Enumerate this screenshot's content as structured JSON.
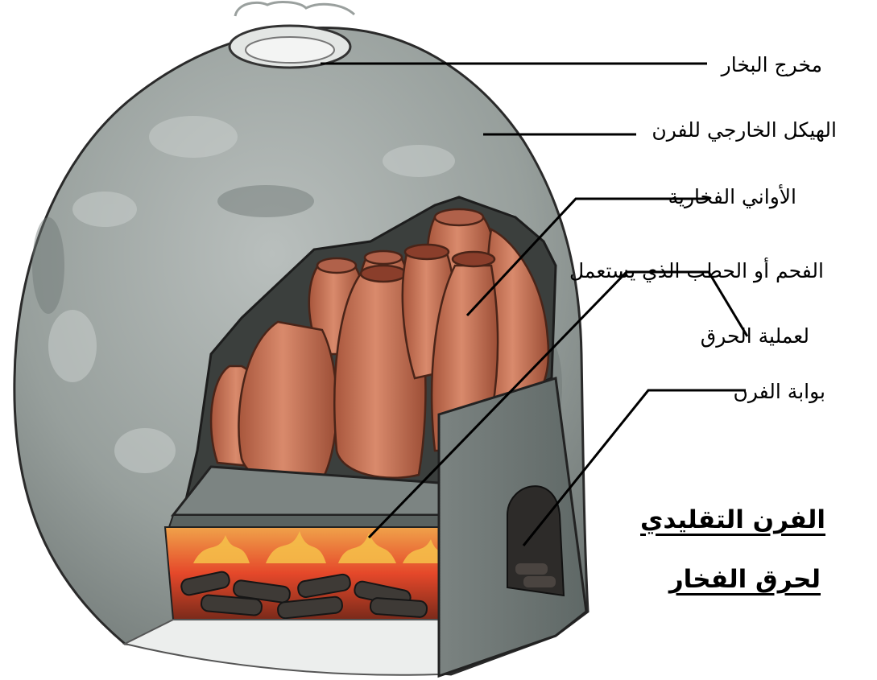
{
  "labels": {
    "steam_outlet": "مخرج البخار",
    "outer_structure": "الهيكل الخارجي للفرن",
    "pottery_vessels": "الأواني الفخارية",
    "fuel_line1": "الفحم أو الحطب الذي يستعمل",
    "fuel_line2": "لعملية الحرق",
    "kiln_door": "بوابة الفرن"
  },
  "title": {
    "line1": "الفرن التقليدي",
    "line2": "لحرق الفخار"
  },
  "colors": {
    "dome": "#8f9794",
    "pottery": "#c8755a",
    "fire": "#e8502a",
    "platform": "#6f7775",
    "ink": "#000000"
  }
}
